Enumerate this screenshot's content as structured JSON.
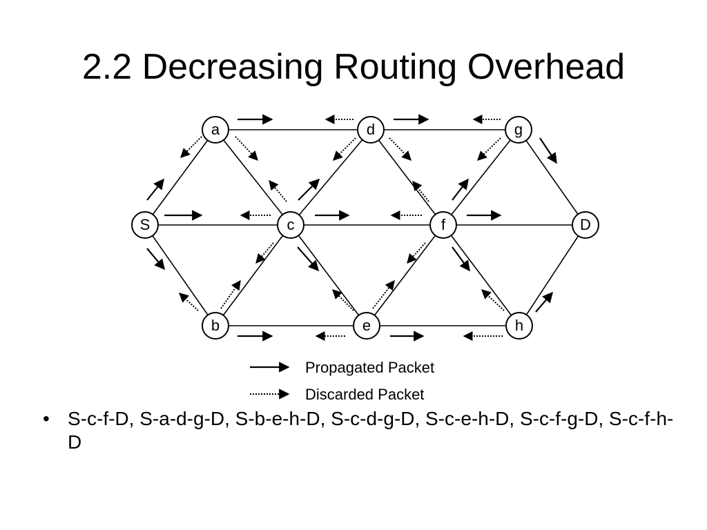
{
  "slide": {
    "title": "2.2 Decreasing Routing Overhead"
  },
  "nodes": [
    {
      "id": "a",
      "label": "a"
    },
    {
      "id": "d",
      "label": "d"
    },
    {
      "id": "g",
      "label": "g"
    },
    {
      "id": "S",
      "label": "S"
    },
    {
      "id": "c",
      "label": "c"
    },
    {
      "id": "f",
      "label": "f"
    },
    {
      "id": "D",
      "label": "D"
    },
    {
      "id": "b",
      "label": "b"
    },
    {
      "id": "e",
      "label": "e"
    },
    {
      "id": "h",
      "label": "h"
    }
  ],
  "edges": [
    [
      "a",
      "d"
    ],
    [
      "d",
      "g"
    ],
    [
      "S",
      "c"
    ],
    [
      "c",
      "f"
    ],
    [
      "f",
      "D"
    ],
    [
      "b",
      "e"
    ],
    [
      "e",
      "h"
    ],
    [
      "S",
      "a"
    ],
    [
      "a",
      "c"
    ],
    [
      "c",
      "d"
    ],
    [
      "d",
      "f"
    ],
    [
      "f",
      "g"
    ],
    [
      "g",
      "D"
    ],
    [
      "S",
      "b"
    ],
    [
      "b",
      "c"
    ],
    [
      "c",
      "e"
    ],
    [
      "e",
      "f"
    ],
    [
      "f",
      "h"
    ],
    [
      "h",
      "D"
    ]
  ],
  "legend": {
    "propagated_label": "Propagated Packet",
    "discarded_label": "Discarded Packet"
  },
  "bullets": [
    {
      "marker": "•",
      "text": "S-c-f-D, S-a-d-g-D, S-b-e-h-D, S-c-d-g-D, S-c-e-h-D, S-c-f-g-D, S-c-f-h-D"
    }
  ]
}
